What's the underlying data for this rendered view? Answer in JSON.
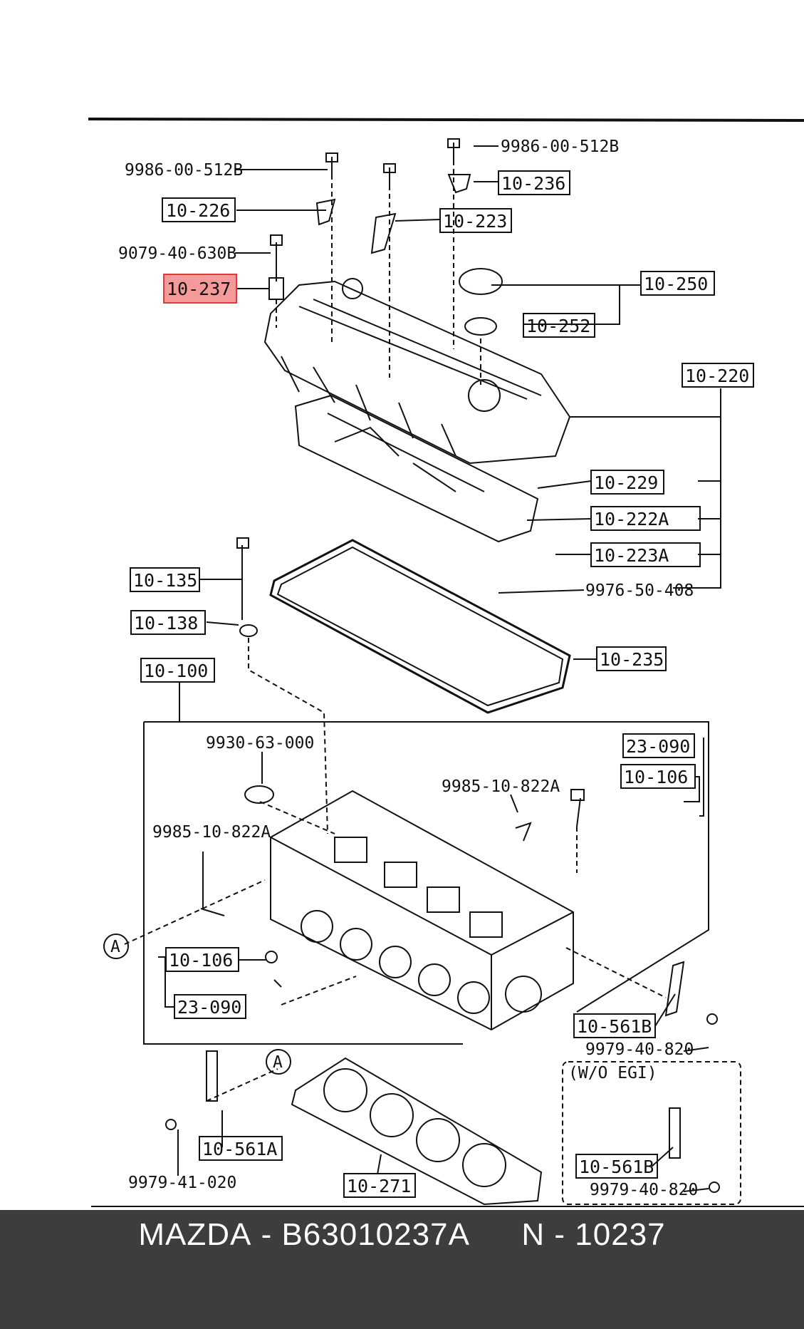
{
  "labels": {
    "l9986_left": "9986-00-512B",
    "l9986_right": "9986-00-512B",
    "l10_226": "10-226",
    "l10_236": "10-236",
    "l10_223": "10-223",
    "l9079": "9079-40-630B",
    "l10_237": "10-237",
    "l10_250": "10-250",
    "l10_252": "10-252",
    "l10_220": "10-220",
    "l10_229": "10-229",
    "l10_222A": "10-222A",
    "l10_223A": "10-223A",
    "l9976": "9976-50-408",
    "l10_135": "10-135",
    "l10_138": "10-138",
    "l10_235": "10-235",
    "l10_100": "10-100",
    "l9930": "9930-63-000",
    "l23_090_top": "23-090",
    "l10_106_top": "10-106",
    "l9985_a": "9985-10-822A",
    "l9985_b": "9985-10-822A",
    "l10_106_bot": "10-106",
    "l23_090_bot": "23-090",
    "l10_561B_a": "10-561B",
    "l9979_820_a": "9979-40-820",
    "lwo_egi": "(W/O EGI)",
    "l10_561A": "10-561A",
    "l10_271": "10-271",
    "l10_561B_b": "10-561B",
    "l9979_820_b": "9979-40-820",
    "l9979_020": "9979-41-020",
    "circleA1": "A",
    "circleA2": "A"
  },
  "highlight": {
    "part": "10-237",
    "color": "#f08080"
  },
  "footer": {
    "brand": "MAZDA",
    "sep1": "-",
    "part_number": "B63010237A",
    "code_prefix": "N",
    "sep2": "-",
    "code": "10237"
  }
}
